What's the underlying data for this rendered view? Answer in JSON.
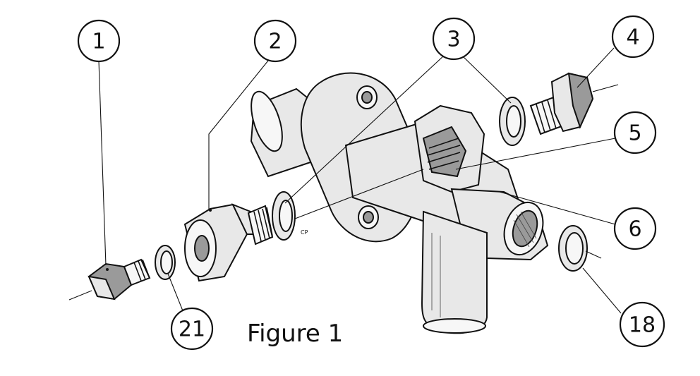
{
  "caption": "Figure 1",
  "mark": "CP",
  "callouts": [
    {
      "id": "c1",
      "label": "1"
    },
    {
      "id": "c2",
      "label": "2"
    },
    {
      "id": "c3",
      "label": "3"
    },
    {
      "id": "c4",
      "label": "4"
    },
    {
      "id": "c5",
      "label": "5"
    },
    {
      "id": "c6",
      "label": "6"
    },
    {
      "id": "c18",
      "label": "18"
    },
    {
      "id": "c21",
      "label": "21"
    }
  ]
}
